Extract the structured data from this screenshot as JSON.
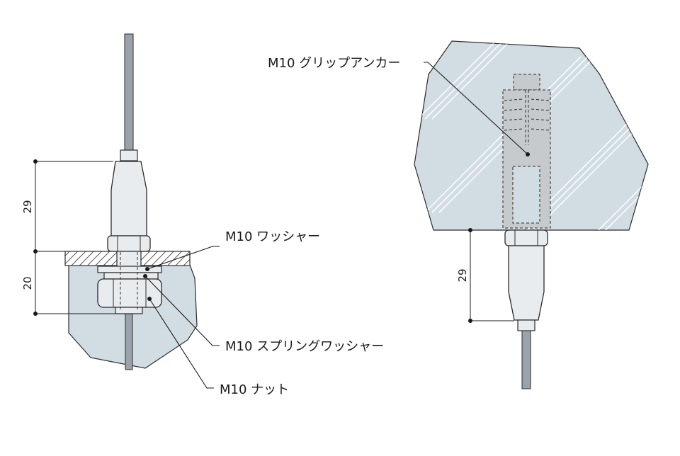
{
  "labels": {
    "washer": "M10 ワッシャー",
    "spring_washer": "M10 スプリングワッシャー",
    "nut": "M10 ナット",
    "grip_anchor": "M10 グリップアンカー"
  },
  "dimensions": {
    "left_upper": "29",
    "left_lower": "20",
    "right": "29"
  },
  "colors": {
    "concrete": "#d2dde3",
    "metal": "#e8ecef",
    "rod": "#9aa3a9",
    "outline": "#2b2b2b",
    "anchor": "#c6cacd"
  }
}
